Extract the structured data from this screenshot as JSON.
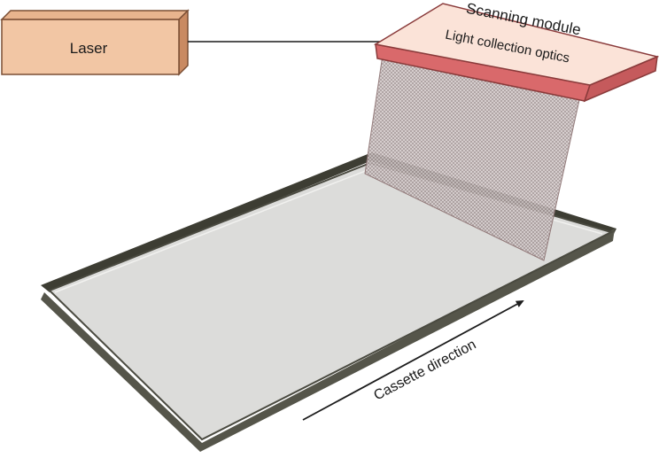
{
  "laser": {
    "label": "Laser"
  },
  "scanning_module": {
    "title": "Scanning module",
    "subtitle": "Light collection optics"
  },
  "cassette": {
    "direction_label": "Cassette direction"
  },
  "colors": {
    "laser_fill": "#f2c6a4",
    "laser_side": "#c98a62",
    "module_top": "#fbe3d8",
    "module_rim": "#d9696b",
    "plate_fill": "#dcdcda",
    "plate_edge": "#3d3d33",
    "scan_sheet": "#b9a8a8"
  }
}
